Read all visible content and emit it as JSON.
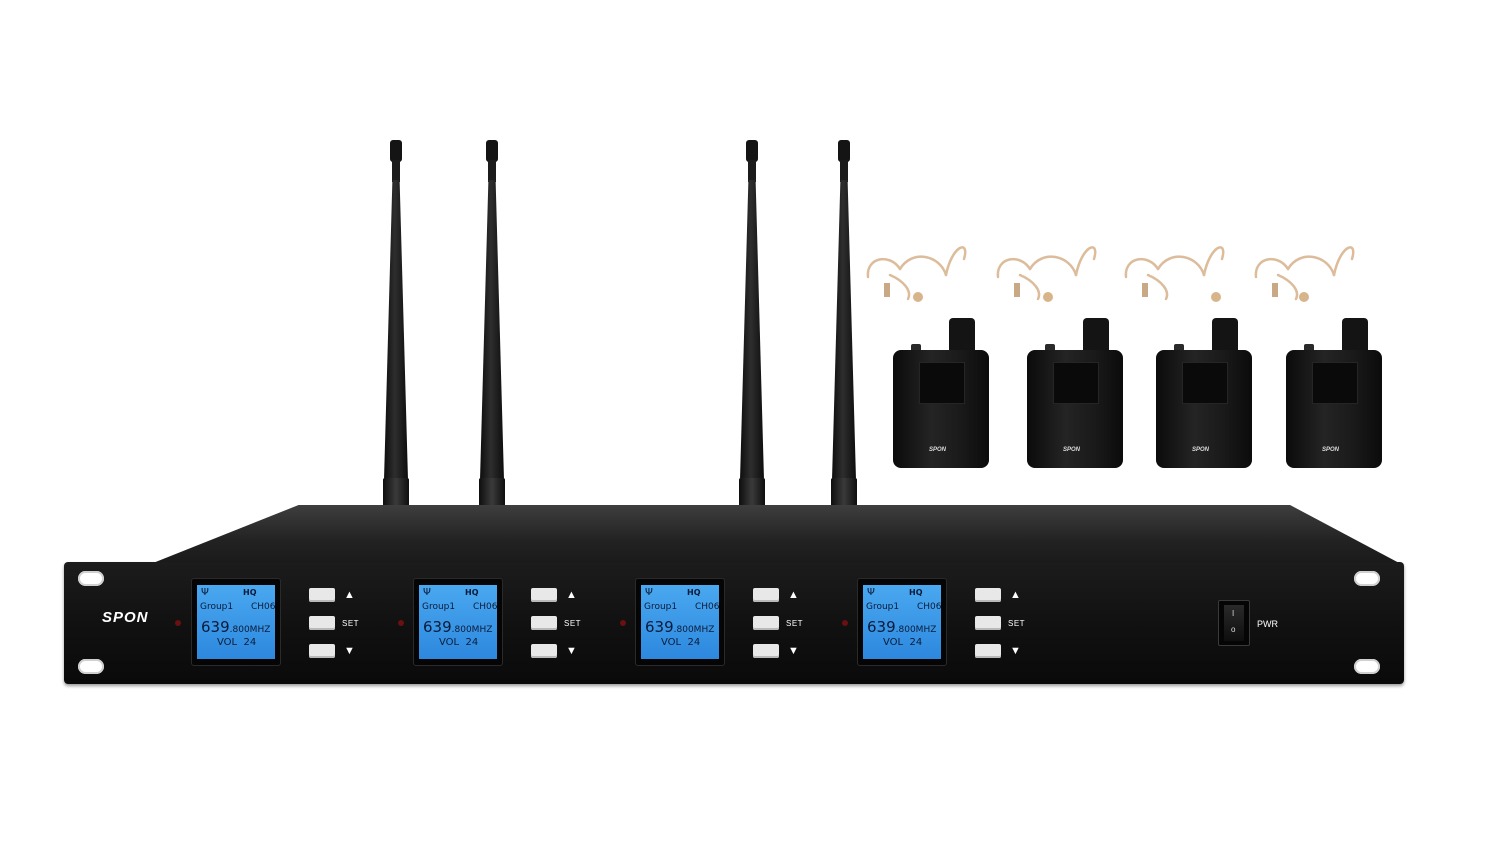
{
  "receiver": {
    "brand": "SPON",
    "power_label": "PWR",
    "power_marks": {
      "on": "I",
      "off": "o"
    },
    "button_labels": {
      "up": "▲",
      "set": "SET",
      "down": "▼"
    },
    "channels": [
      {
        "hq": "HQ",
        "group": "Group1",
        "channel": "CH06",
        "freq_main": "639",
        "freq_sub": ".800MHZ",
        "vol_label": "VOL",
        "vol_value": "24"
      },
      {
        "hq": "HQ",
        "group": "Group1",
        "channel": "CH06",
        "freq_main": "639",
        "freq_sub": ".800MHZ",
        "vol_label": "VOL",
        "vol_value": "24"
      },
      {
        "hq": "HQ",
        "group": "Group1",
        "channel": "CH06",
        "freq_main": "639",
        "freq_sub": ".800MHZ",
        "vol_label": "VOL",
        "vol_value": "24"
      },
      {
        "hq": "HQ",
        "group": "Group1",
        "channel": "CH06",
        "freq_main": "639",
        "freq_sub": ".800MHZ",
        "vol_label": "VOL",
        "vol_value": "24"
      }
    ]
  },
  "transmitters": [
    {
      "brand": "SPON"
    },
    {
      "brand": "SPON"
    },
    {
      "brand": "SPON"
    },
    {
      "brand": "SPON"
    }
  ],
  "colors": {
    "lcd": "#3a98e8",
    "panel": "#111111",
    "headset": "#e2c4a4"
  }
}
